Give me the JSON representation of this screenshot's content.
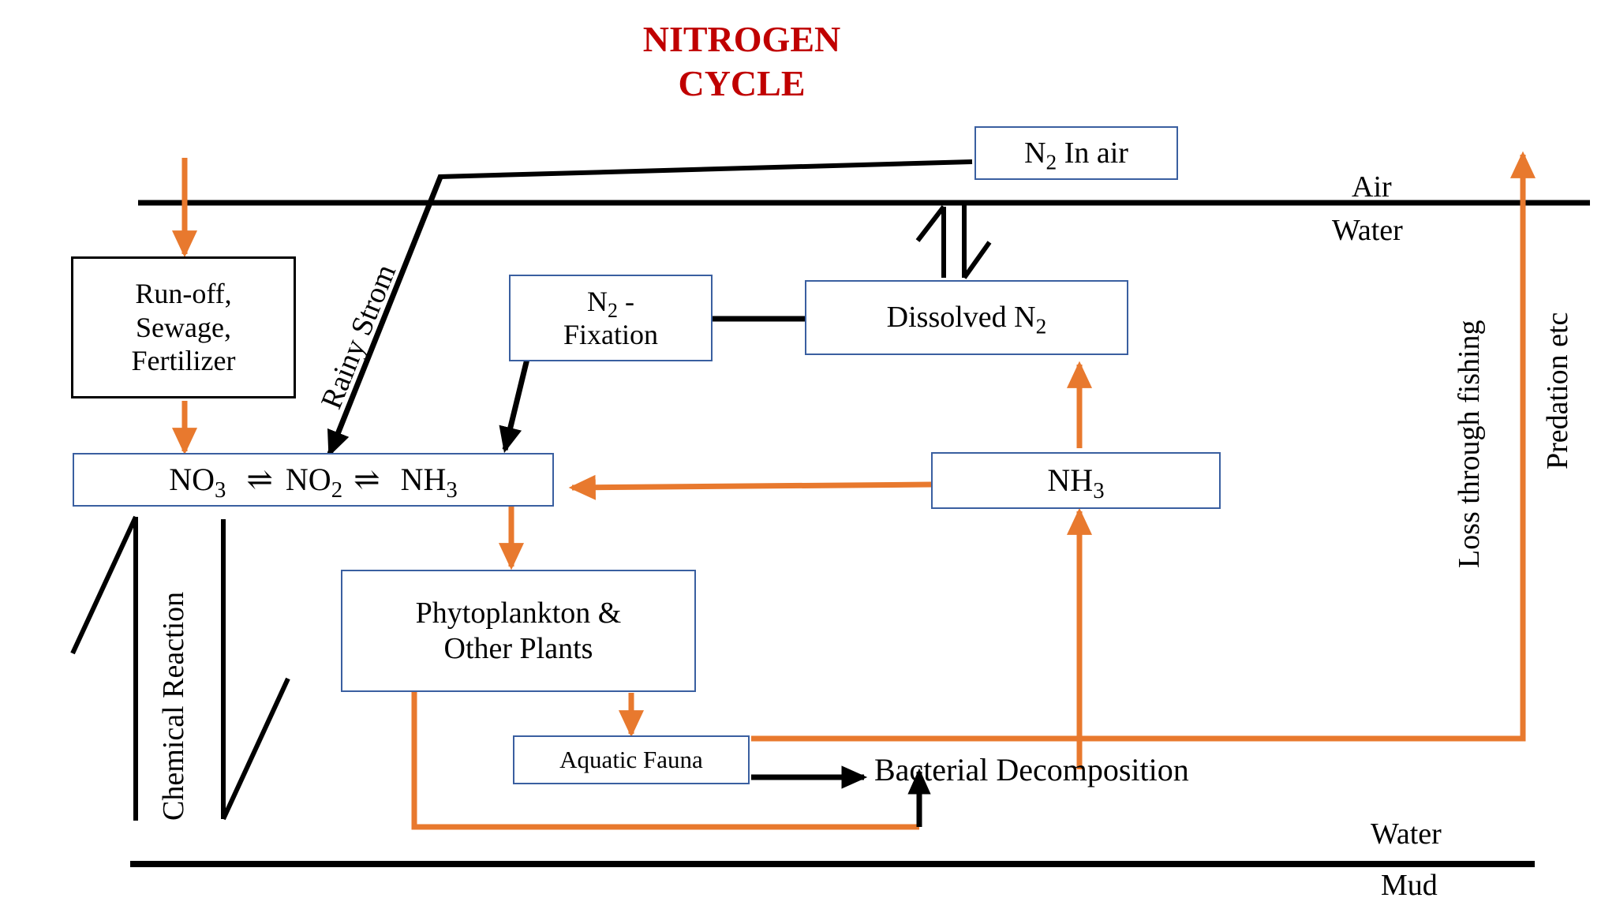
{
  "diagram": {
    "title_line1": "NITROGEN",
    "title_line2": "CYCLE",
    "title_color": "#C00000",
    "accent_orange": "#E8792E",
    "box_border_blue": "#3A5FA0",
    "box_border_black": "#000000"
  },
  "nodes": {
    "n2_in_air": "N2 In air",
    "runoff": "Run-off,\nSewage,\nFertilizer",
    "runoff_line1": "Run-off,",
    "runoff_line2": "Sewage,",
    "runoff_line3": "Fertilizer",
    "n2_fixation_line1": "N2 -",
    "n2_fixation_line2": "Fixation",
    "dissolved_n2": "Dissolved N2",
    "nh3_right": "NH3",
    "no3_no2_nh3": "NO3  ⇌ NO2 ⇌  NH3",
    "no3": "NO",
    "no3_sub": "3",
    "no2": "NO",
    "no2_sub": "2",
    "nh3": "NH",
    "nh3_sub": "3",
    "equilibrium_symbol": "⇌",
    "phyto_line1": "Phytoplankton &",
    "phyto_line2": "Other Plants",
    "aquatic_fauna": "Aquatic Fauna",
    "bacterial_decomposition": "Bacterial Decomposition"
  },
  "labels": {
    "air": "Air",
    "water_top": "Water",
    "water_bottom": "Water",
    "mud": "Mud",
    "rainy_storm": "Rainy Strom",
    "chemical_reaction": "Chemical Reaction",
    "loss_through_fishing": "Loss through fishing",
    "predation_etc": "Predation etc"
  }
}
